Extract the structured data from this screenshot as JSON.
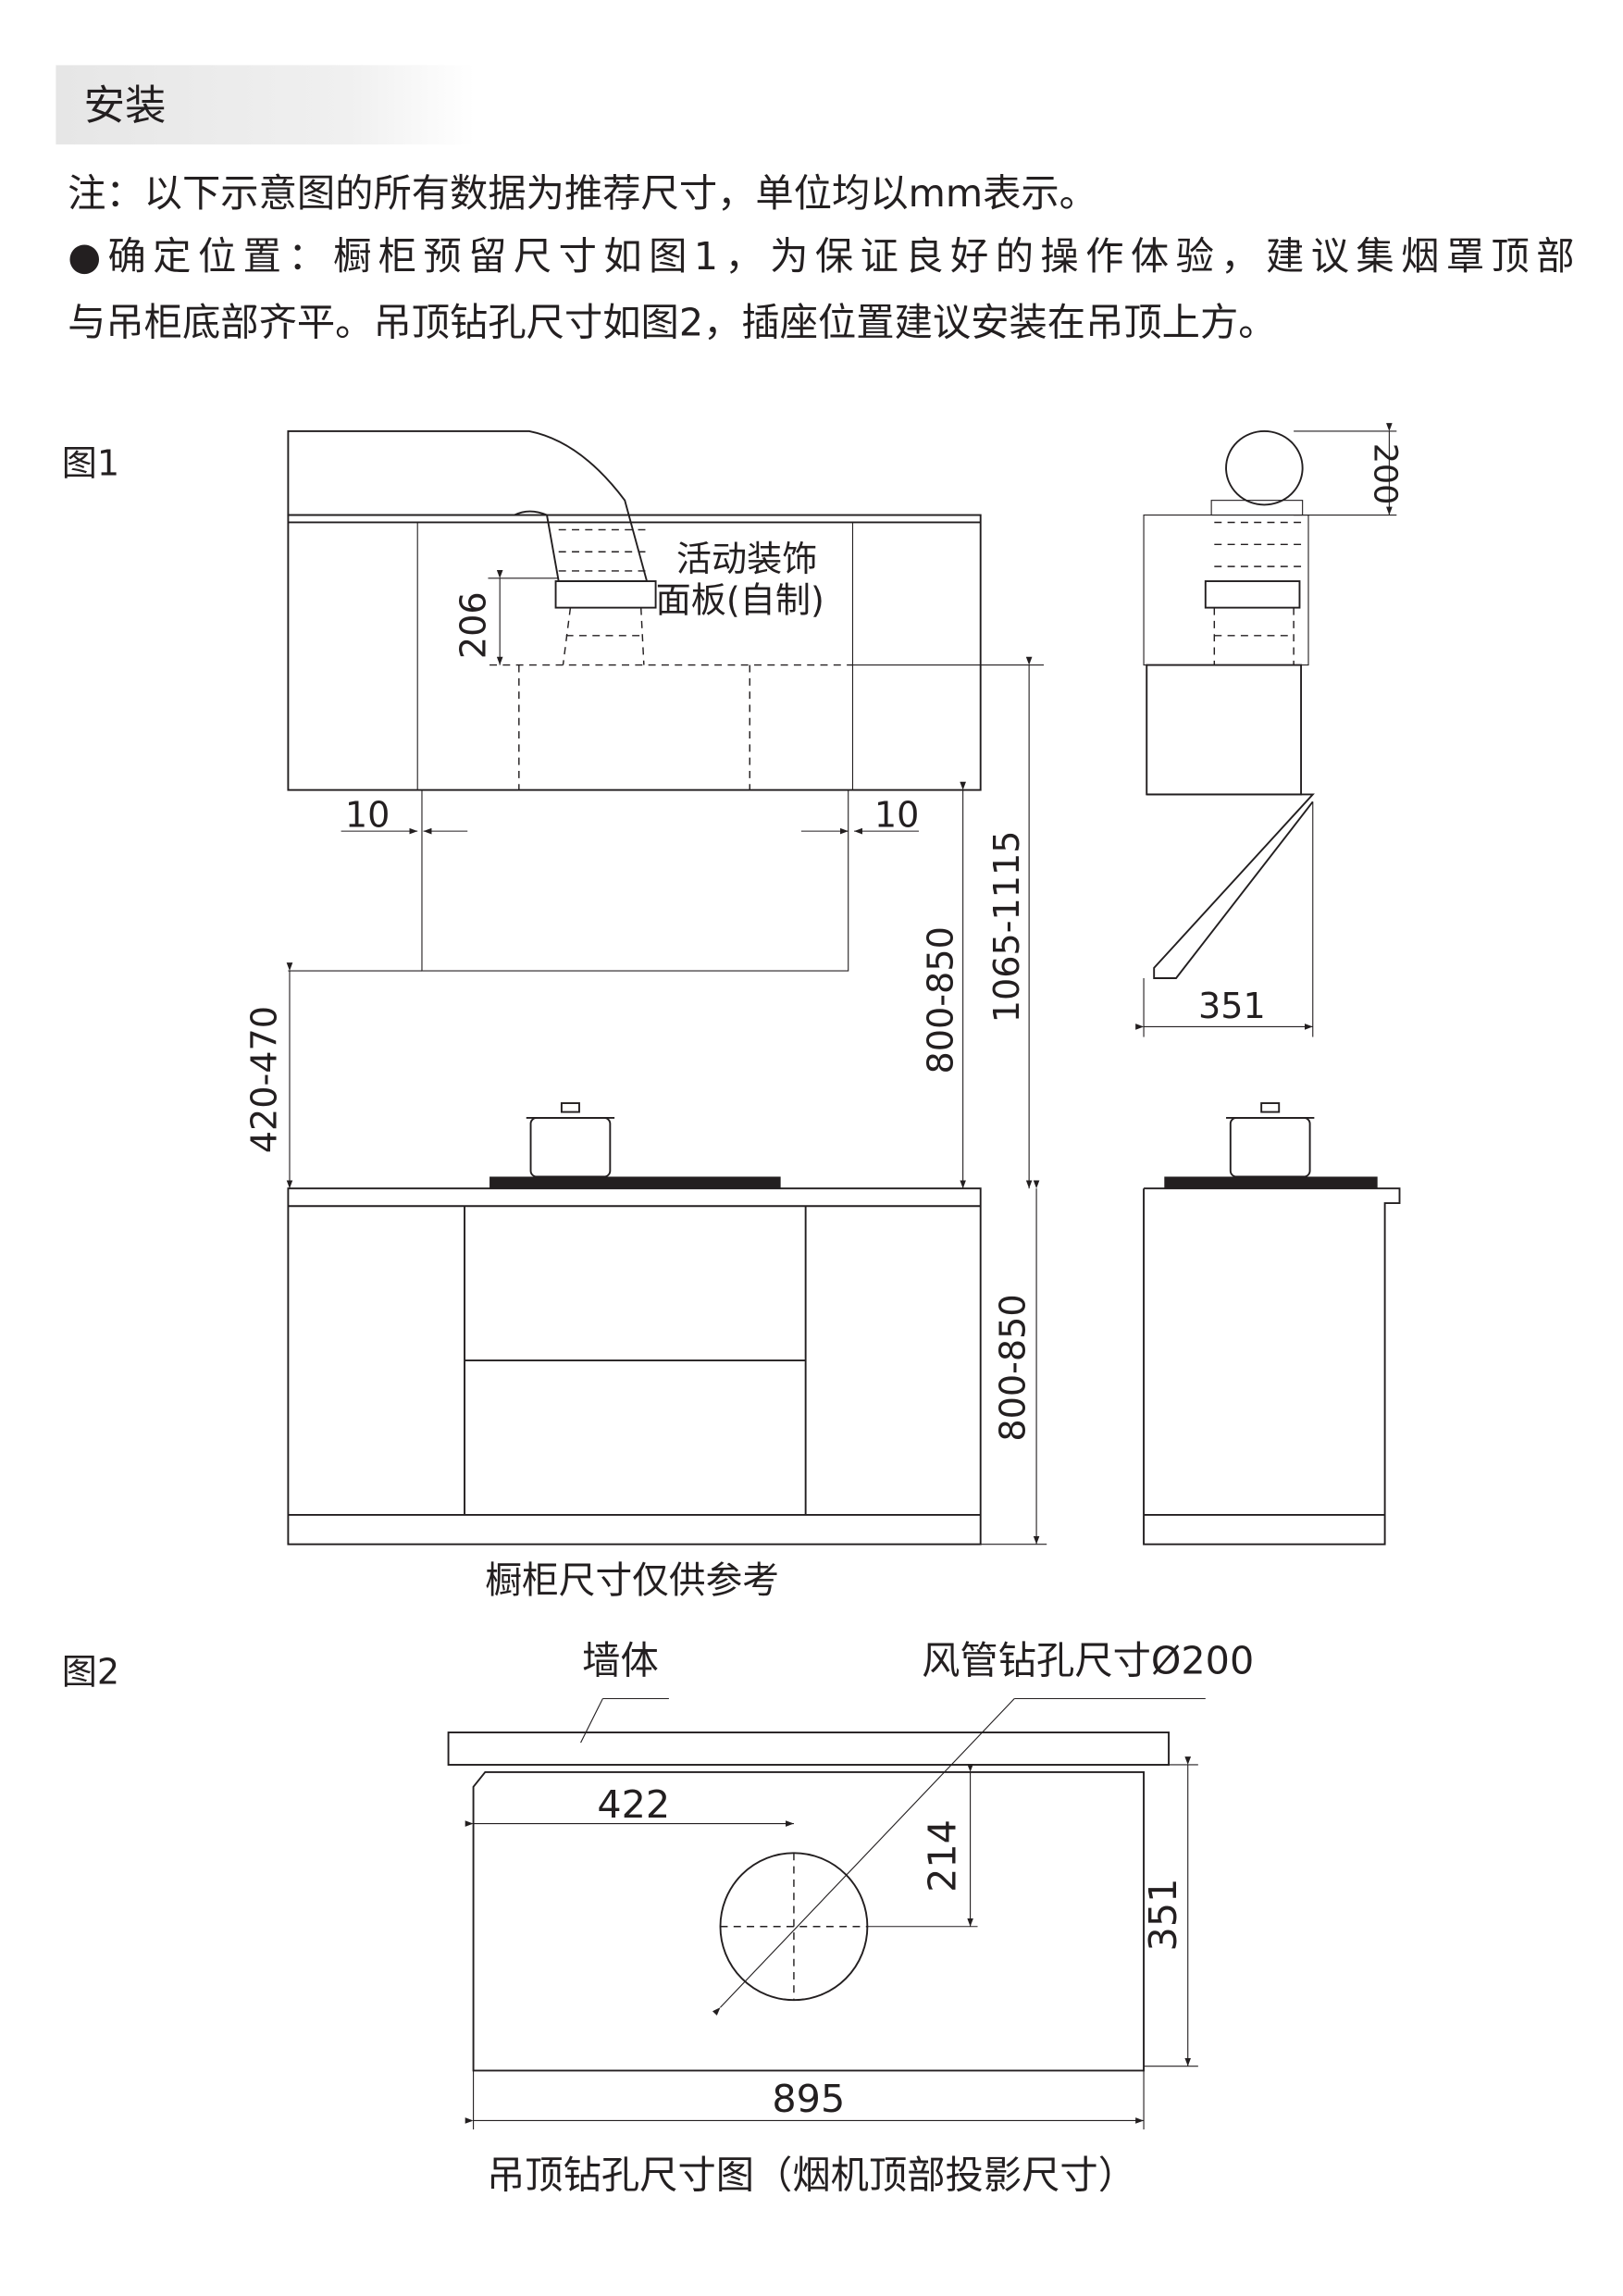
{
  "header": {
    "title": "安装"
  },
  "notes": [
    "注：以下示意图的所有数据为推荐尺寸，单位均以mm表示。",
    "●确定位置：橱柜预留尺寸如图1，为保证良好的操作体验，建议集烟罩顶部",
    "与吊柜底部齐平。吊顶钻孔尺寸如图2，插座位置建议安装在吊顶上方。"
  ],
  "figure1": {
    "label": "图1",
    "panel_label_1": "活动装饰",
    "panel_label_2": "面板(自制)",
    "dims": {
      "d206": "206",
      "d10_left": "10",
      "d10_right": "10",
      "d1065": "1065-1115",
      "d800_upper": "800-850",
      "d420": "420-470",
      "d800_lower": "800-850",
      "d200": "200",
      "d351": "351"
    },
    "caption": "橱柜尺寸仅供参考"
  },
  "figure2": {
    "label": "图2",
    "wall_label": "墙体",
    "hole_label": "风管钻孔尺寸Ø200",
    "dims": {
      "d422": "422",
      "d214": "214",
      "d351": "351",
      "d895": "895"
    },
    "caption": "吊顶钻孔尺寸图（烟机顶部投影尺寸）"
  }
}
